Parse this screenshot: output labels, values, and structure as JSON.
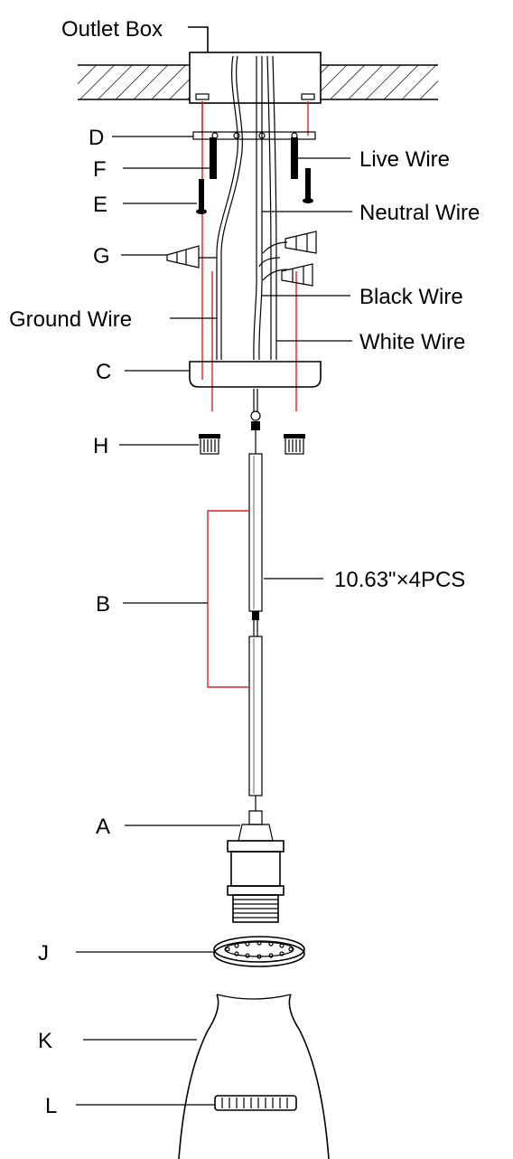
{
  "diagram": {
    "labels": {
      "outlet_box": "Outlet Box",
      "d": "D",
      "f": "F",
      "e": "E",
      "g": "G",
      "ground_wire": "Ground Wire",
      "c": "C",
      "h": "H",
      "b": "B",
      "a": "A",
      "j": "J",
      "k": "K",
      "l": "L",
      "live_wire": "Live Wire",
      "neutral_wire": "Neutral Wire",
      "black_wire": "Black Wire",
      "white_wire": "White Wire",
      "rod_spec": "10.63\"×4PCS"
    },
    "colors": {
      "line": "#000000",
      "guide": "#e02020",
      "background": "#ffffff"
    }
  }
}
